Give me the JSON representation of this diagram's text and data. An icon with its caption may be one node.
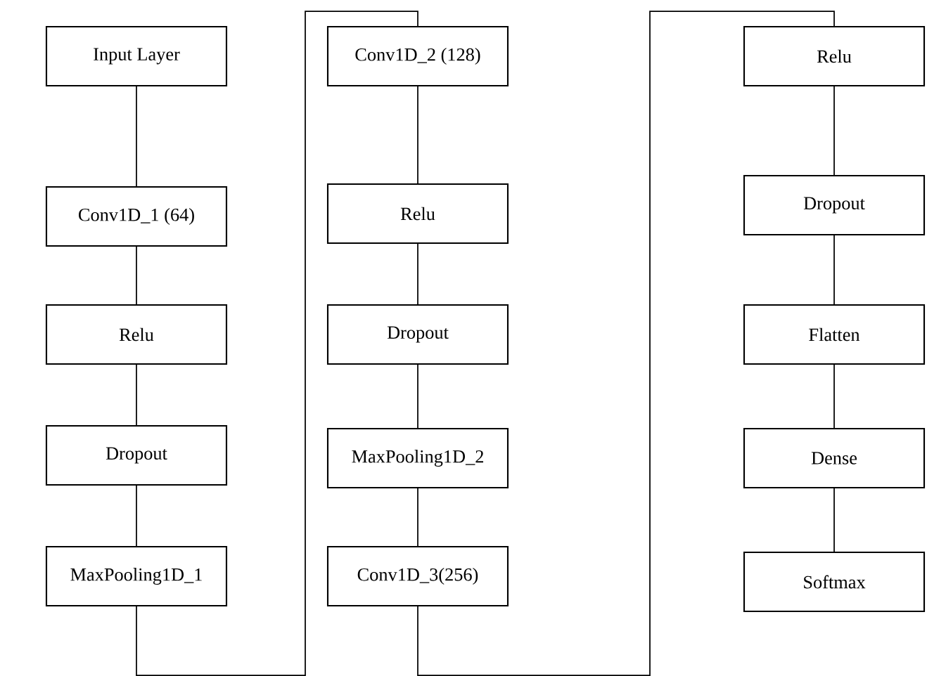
{
  "diagram": {
    "nodes": [
      {
        "text": [
          "Input Layer"
        ]
      },
      {
        "text": [
          "Conv1D_1 (64)"
        ]
      },
      {
        "text": [
          "Relu"
        ]
      },
      {
        "text": [
          "Dropout"
        ]
      },
      {
        "text": [
          "MaxPooling1D_1"
        ]
      },
      {
        "text": [
          "Conv1D_2 (128)"
        ]
      },
      {
        "text": [
          "Relu"
        ]
      },
      {
        "text": [
          "Dropout"
        ]
      },
      {
        "text": [
          "MaxPooling1D_2"
        ]
      },
      {
        "text": [
          "Conv1D_3(256)"
        ]
      },
      {
        "text": [
          "Relu"
        ]
      },
      {
        "text": [
          "Dropout"
        ]
      },
      {
        "text": [
          "Flatten"
        ]
      },
      {
        "text": [
          "Dense"
        ]
      },
      {
        "text": [
          "Softmax"
        ]
      }
    ],
    "edges": [
      {
        "from": 0,
        "to": 1,
        "arrow": "none"
      },
      {
        "from": 1,
        "to": 2,
        "arrow": "none"
      },
      {
        "from": 2,
        "to": 3,
        "arrow": "none"
      },
      {
        "from": 3,
        "to": 4,
        "arrow": "none"
      },
      {
        "from": 4,
        "to": 5,
        "arrow": "none"
      },
      {
        "from": 5,
        "to": 6,
        "arrow": "none"
      },
      {
        "from": 6,
        "to": 7,
        "arrow": "none"
      },
      {
        "from": 7,
        "to": 8,
        "arrow": "none"
      },
      {
        "from": 8,
        "to": 9,
        "arrow": "none"
      },
      {
        "from": 9,
        "to": 10,
        "arrow": "none"
      },
      {
        "from": 10,
        "to": 11,
        "arrow": "none"
      },
      {
        "from": 11,
        "to": 12,
        "arrow": "none"
      },
      {
        "from": 12,
        "to": 13,
        "arrow": "none"
      },
      {
        "from": 13,
        "to": 14,
        "arrow": "none"
      }
    ]
  }
}
